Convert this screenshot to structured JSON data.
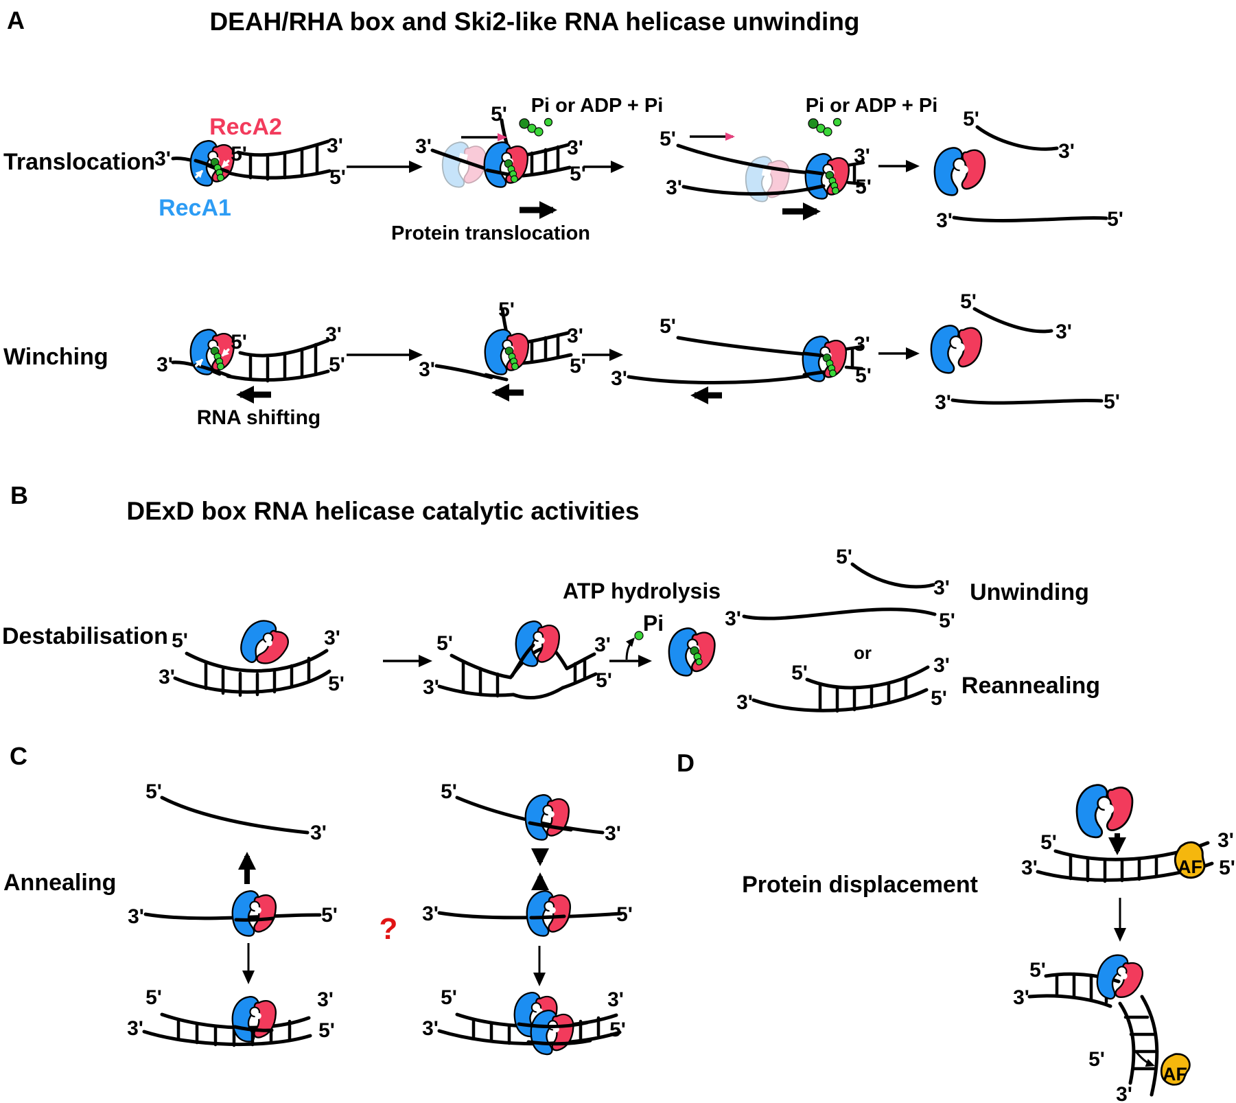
{
  "labels": {
    "five_prime": "5'",
    "three_prime": "3'"
  },
  "panel_a": {
    "letter": "A",
    "title": "DEAH/RHA box and Ski2-like RNA helicase unwinding",
    "row1_label": "Translocation",
    "row2_label": "Winching",
    "reca2_label": "RecA2",
    "reca1_label": "RecA1",
    "pi_release_label": "Pi or ADP + Pi",
    "protein_translocation_label": "Protein translocation",
    "rna_shifting_label": "RNA shifting"
  },
  "panel_b": {
    "letter": "B",
    "title": "DExD box RNA helicase catalytic activities",
    "row_label": "Destabilisation",
    "atp_hydrolysis_label": "ATP hydrolysis",
    "pi_label": "Pi",
    "or_label": "or",
    "unwinding_label": "Unwinding",
    "reannealing_label": "Reannealing"
  },
  "panel_c": {
    "letter": "C",
    "row_label": "Annealing",
    "question_mark": "?"
  },
  "panel_d": {
    "letter": "D",
    "row_label": "Protein displacement",
    "accessory_factor_label": "AF"
  },
  "colors": {
    "reca1_blue": "#1C8EF2",
    "reca2_red": "#F23B5C",
    "ghost_blue": "#C6E3F9",
    "ghost_pink": "#F9CAD8",
    "atp_green": "#3BD639",
    "adp_dark_green": "#1F8F1F",
    "af_yellow": "#F5B70D",
    "question_red": "#E11414",
    "translocation_gradient_start": "#3E97F0",
    "translocation_gradient_end": "#E8417E"
  }
}
